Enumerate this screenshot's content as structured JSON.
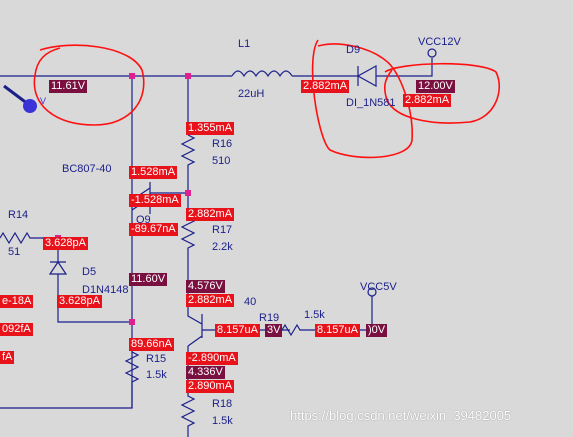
{
  "components": {
    "l1": {
      "ref": "L1",
      "value": "22uH"
    },
    "d9": {
      "ref": "D9",
      "part": "DI_1N581"
    },
    "vcc12": "VCC12V",
    "vcc5": "VCC5V",
    "r16": {
      "ref": "R16",
      "value": "510"
    },
    "r17": {
      "ref": "R17",
      "value": "2.2k"
    },
    "r14": {
      "ref": "R14",
      "value": "51"
    },
    "d5": {
      "ref": "D5",
      "part": "D1N4148"
    },
    "q9": {
      "ref": "Q9",
      "part": "BC807-40",
      "part_partial": "40"
    },
    "r19": {
      "ref": "R19",
      "value": "1.5k"
    },
    "r15": {
      "ref": "R15",
      "value": "1.5k"
    },
    "r18": {
      "ref": "R18",
      "value": "1.5k"
    }
  },
  "probes": {
    "v_in": "11.61V",
    "i_l1": "2.882mA",
    "v_12": "12.00V",
    "i_12": "2.882mA",
    "i_r16": "1.355mA",
    "i_q9_a": "1.528mA",
    "i_q9_b": "-1.528mA",
    "i_r17": "2.882mA",
    "v_q9b": "-89.67nA",
    "i_r14": "3.628pA",
    "v_node": "11.60V",
    "i_d5": "3.628pA",
    "left_a": "e-18A",
    "left_b": "092fA",
    "left_c": "fA",
    "v_4576": "4.576V",
    "i_2882b": "2.882mA",
    "i_8157a": "8.157uA",
    "v_a3v": "3V",
    "i_8157b": "8.157uA",
    "v_00v": ")0V",
    "i_8966": "89.66nA",
    "i_m2890": "-2.890mA",
    "v_4336": "4.336V",
    "i_2890": "2.890mA"
  },
  "watermark": "https://blog.csdn.net/weixin_39482005",
  "colors": {
    "wire": "#1a1f8a",
    "node": "#e02090",
    "probe_current": "#e8121a",
    "probe_voltage": "#7a1040",
    "annotation": "#ff1010"
  }
}
